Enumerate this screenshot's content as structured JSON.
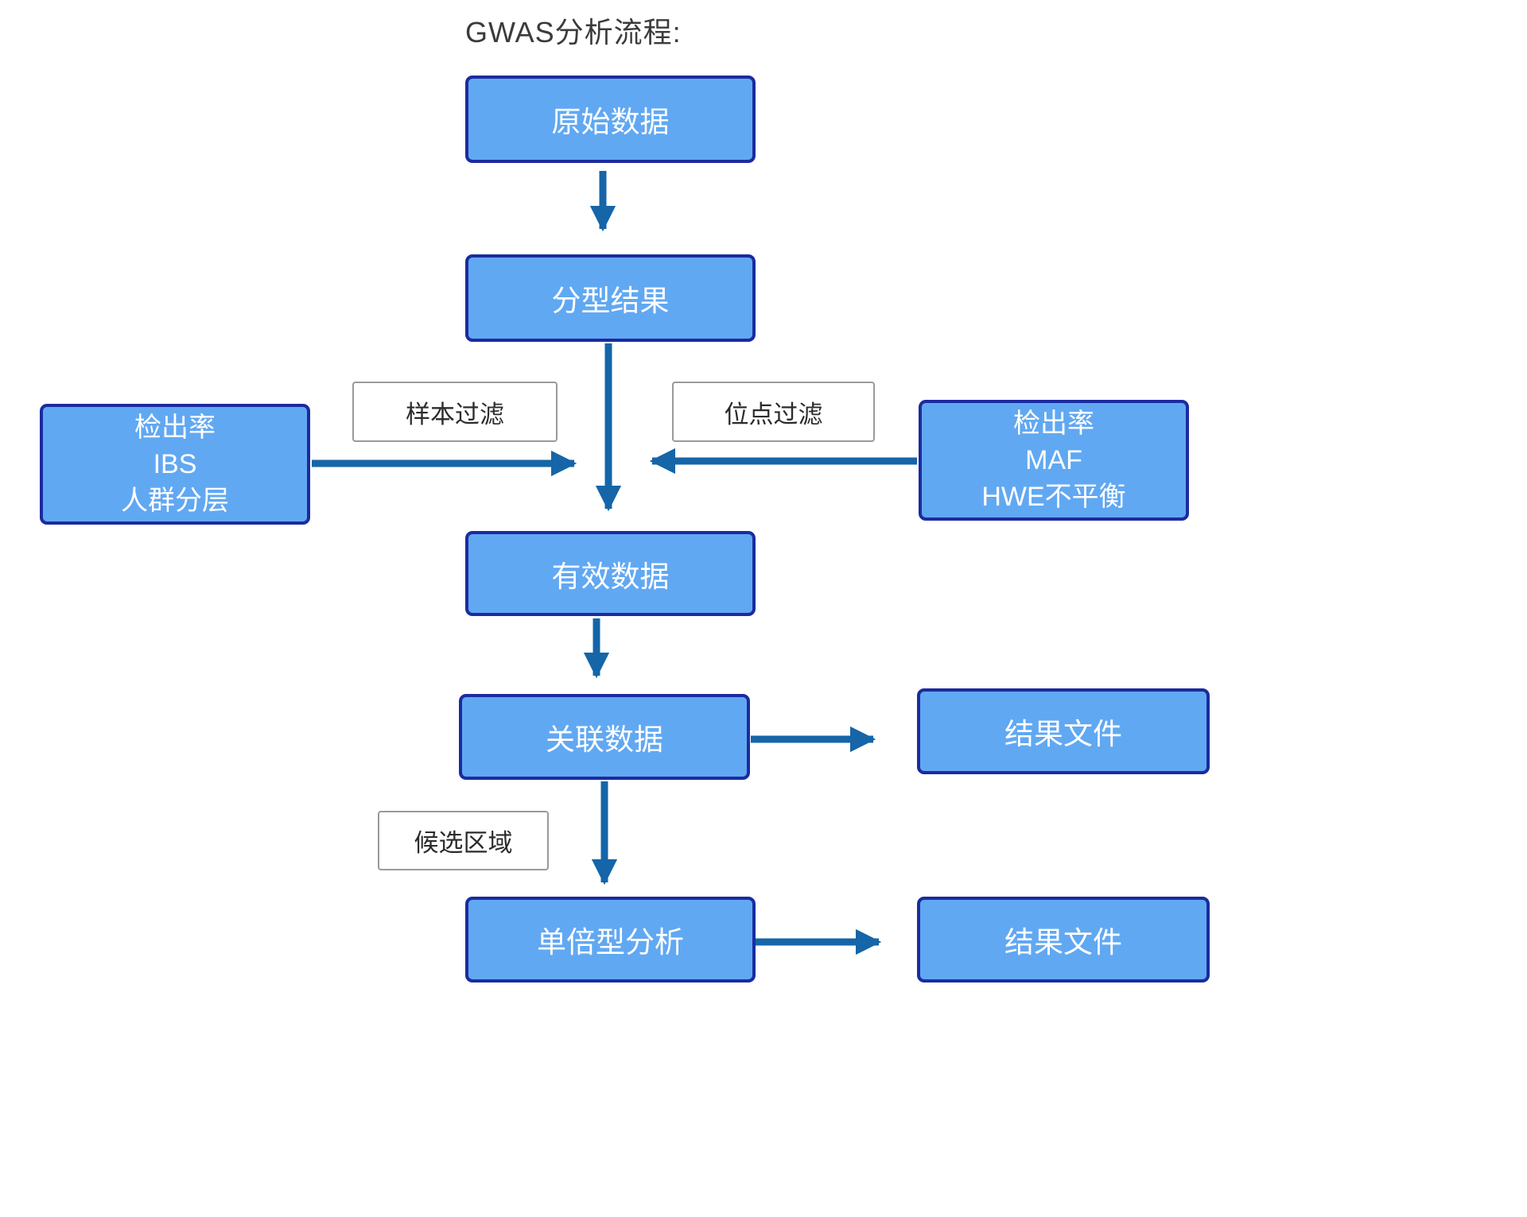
{
  "title": "GWAS分析流程:",
  "nodes": {
    "raw_data": {
      "label": "原始数据"
    },
    "genotype_result": {
      "label": "分型结果"
    },
    "sample_qc": {
      "lines": [
        "检出率",
        "IBS",
        "人群分层"
      ]
    },
    "site_qc": {
      "lines": [
        "检出率",
        "MAF",
        "HWE不平衡"
      ]
    },
    "valid_data": {
      "label": "有效数据"
    },
    "association_data": {
      "label": "关联数据"
    },
    "result_file_association": {
      "label": "结果文件"
    },
    "haplotype_analysis": {
      "label": "单倍型分析"
    },
    "result_file_haplotype": {
      "label": "结果文件"
    }
  },
  "edge_labels": {
    "sample_filter": "样本过滤",
    "site_filter": "位点过滤",
    "candidate_region": "候选区域"
  },
  "colors": {
    "node_fill": "#61a8f2",
    "node_border": "#1c2b9f",
    "node_text": "#ffffff",
    "arrow": "#1565a8",
    "edge_label_border": "#9a9a9a",
    "edge_label_text": "#2b2b2b",
    "title_text": "#3b3b3b",
    "background": "#ffffff"
  }
}
